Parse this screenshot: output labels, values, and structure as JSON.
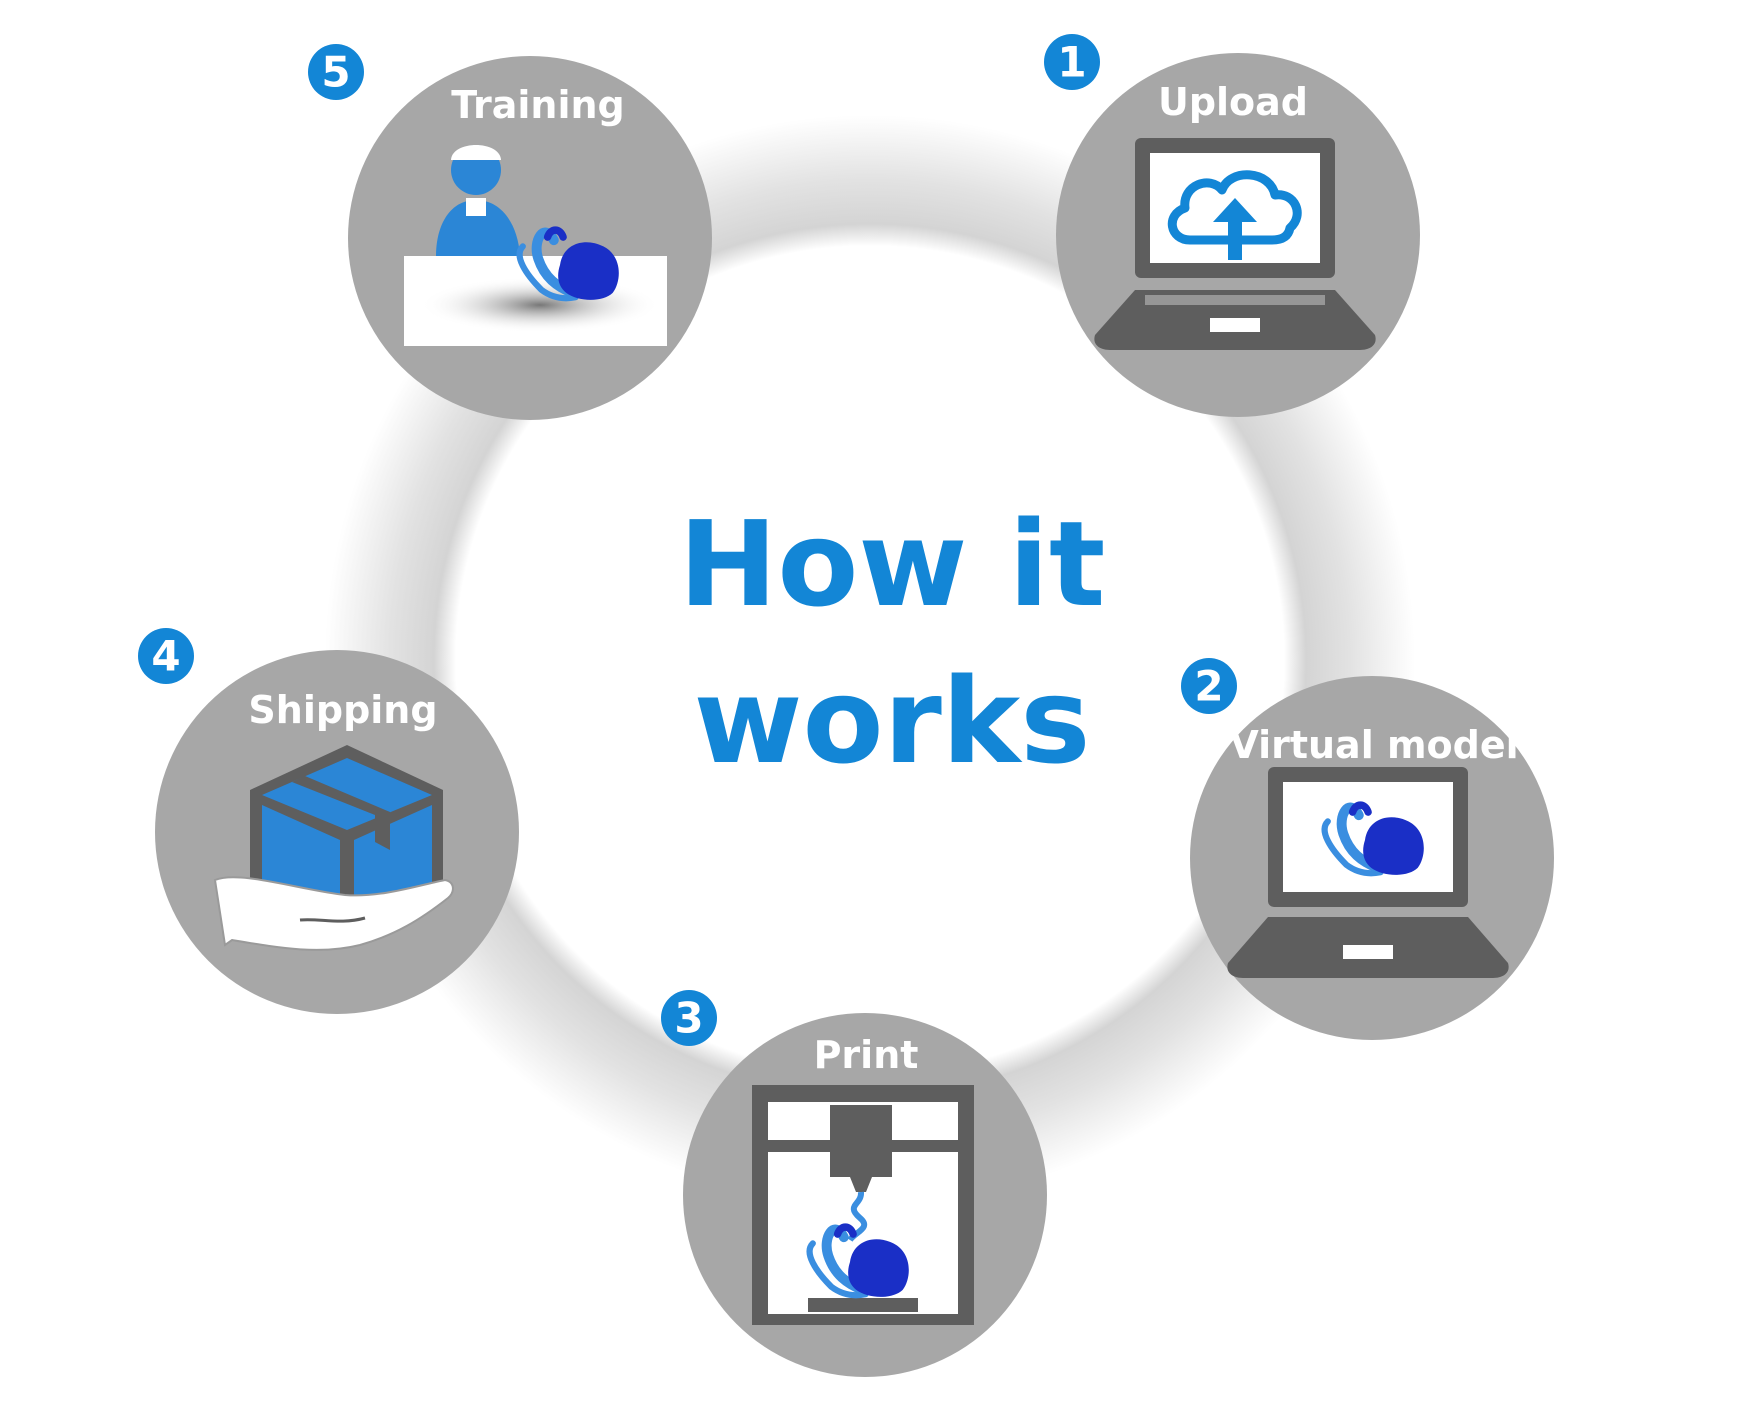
{
  "title_lines": [
    "How it",
    "works"
  ],
  "colors": {
    "accent": "#1386d6",
    "circle_gray": "#a7a7a7",
    "dark_gray": "#5e5e5e",
    "heart_dark": "#1a2fc6",
    "heart_light": "#3a8ee0",
    "box_blue": "#2b86d6"
  },
  "steps": [
    {
      "number": "1",
      "label": "Upload",
      "icon": "laptop-upload-icon"
    },
    {
      "number": "2",
      "label": "Virtual model",
      "icon": "laptop-heart-icon"
    },
    {
      "number": "3",
      "label": "Print",
      "icon": "3d-printer-icon"
    },
    {
      "number": "4",
      "label": "Shipping",
      "icon": "package-hand-icon"
    },
    {
      "number": "5",
      "label": "Training",
      "icon": "surgeon-training-icon"
    }
  ]
}
